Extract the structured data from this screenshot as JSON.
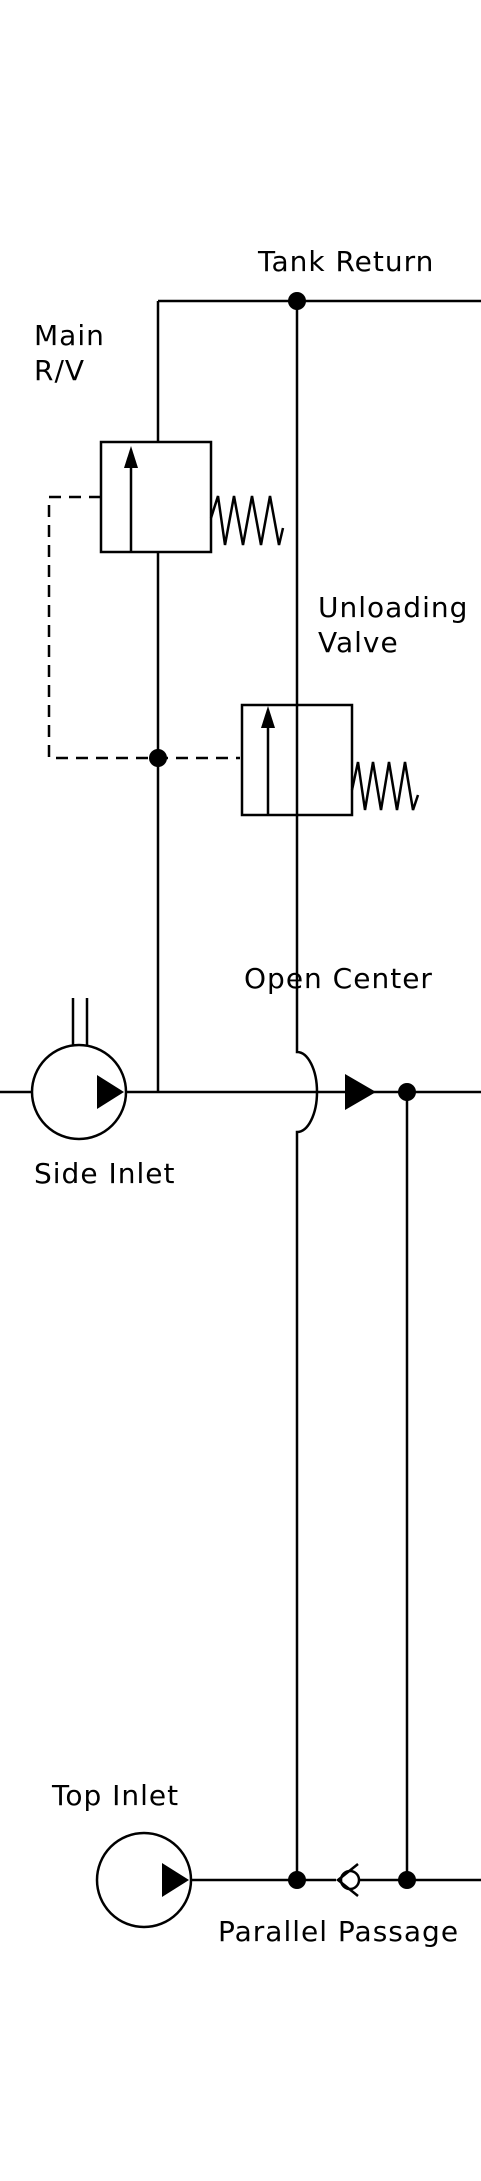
{
  "diagram": {
    "labels": {
      "tank_return": "Tank Return",
      "main_rv_line1": "Main",
      "main_rv_line2": "R/V",
      "unloading_line1": "Unloading",
      "unloading_line2": "Valve",
      "open_center": "Open Center",
      "side_inlet": "Side Inlet",
      "top_inlet": "Top Inlet",
      "parallel_passage": "Parallel Passage"
    }
  }
}
